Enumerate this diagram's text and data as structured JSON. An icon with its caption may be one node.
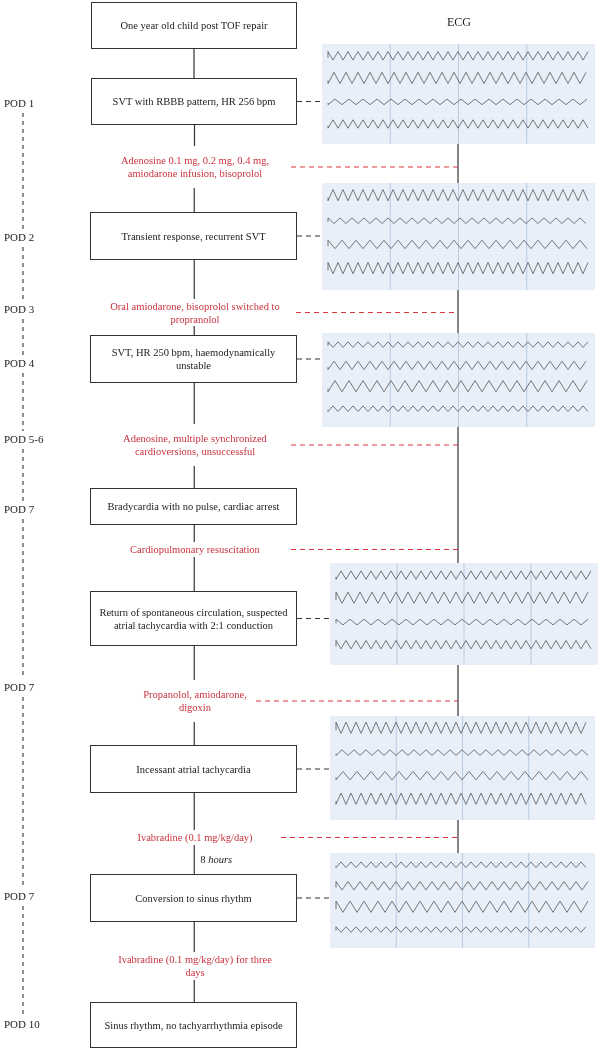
{
  "diagram": {
    "nodes": [
      {
        "text": [
          "One year old child post TOF repair"
        ]
      },
      {
        "text": [
          "SVT with RBBB pattern, HR 256 bpm"
        ]
      },
      {
        "text": [
          "Adenosine 0.1 mg, 0.2 mg, 0.4 mg, amiodarone infusion, bisoprolol"
        ]
      },
      {
        "text": [
          "Transient response, recurrent SVT"
        ]
      },
      {
        "text": [
          "Oral amiodarone, bisoprolol switched to propranolol"
        ]
      },
      {
        "text": [
          "SVT, HR 250 bpm, haemodynamically unstable"
        ]
      },
      {
        "text": [
          "Adenosine, multiple synchronized cardioversions, unsuccessful"
        ]
      },
      {
        "text": [
          "Bradycardia with no pulse, cardiac arrest"
        ]
      },
      {
        "text": [
          "Cardiopulmonary resuscitation"
        ]
      },
      {
        "text": [
          "Return of spontaneous circulation, suspected atrial tachycardia with 2:1 conduction"
        ]
      },
      {
        "text": [
          "Propanolol, amiodarone, digoxin"
        ]
      },
      {
        "text": [
          "Incessant atrial tachycardia"
        ]
      },
      {
        "text": [
          "Ivabradine (0.1 mg/kg/day)"
        ]
      },
      {
        "text": [
          "Conversion to sinus rhythm"
        ]
      },
      {
        "text": [
          "Ivabradine (0.1 mg/kg/day) for three days"
        ]
      },
      {
        "text": [
          "Sinus rhythm, no tachyarrhythmia episode"
        ]
      },
      {
        "text": [],
        "shape": "picture"
      },
      {
        "text": [],
        "shape": "picture"
      },
      {
        "text": [],
        "shape": "picture"
      },
      {
        "text": [],
        "shape": "picture"
      },
      {
        "text": [],
        "shape": "picture"
      },
      {
        "text": [],
        "shape": "picture"
      }
    ],
    "edges": [
      {
        "from": 0,
        "to": 1,
        "arrow": "none"
      },
      {
        "from": 1,
        "to": 2,
        "arrow": "none"
      },
      {
        "from": 2,
        "to": 3,
        "arrow": "none"
      },
      {
        "from": 3,
        "to": 4,
        "arrow": "none"
      },
      {
        "from": 4,
        "to": 5,
        "arrow": "none"
      },
      {
        "from": 5,
        "to": 6,
        "arrow": "none"
      },
      {
        "from": 6,
        "to": 7,
        "arrow": "none"
      },
      {
        "from": 7,
        "to": 8,
        "arrow": "none"
      },
      {
        "from": 8,
        "to": 9,
        "arrow": "none"
      },
      {
        "from": 9,
        "to": 10,
        "arrow": "none"
      },
      {
        "from": 10,
        "to": 11,
        "arrow": "none"
      },
      {
        "from": 11,
        "to": 12,
        "arrow": "none"
      },
      {
        "from": 12,
        "to": 13,
        "arrow": "none",
        "label": "8 *hours*"
      },
      {
        "from": 13,
        "to": 14,
        "arrow": "none"
      },
      {
        "from": 14,
        "to": 15,
        "arrow": "none"
      },
      {
        "from": 1,
        "to": 16,
        "arrow": "none",
        "style": "dashed"
      },
      {
        "from": 3,
        "to": 17,
        "arrow": "none",
        "style": "dashed"
      },
      {
        "from": 5,
        "to": 18,
        "arrow": "none",
        "style": "dashed"
      },
      {
        "from": 9,
        "to": 19,
        "arrow": "none",
        "style": "dashed"
      },
      {
        "from": 11,
        "to": 20,
        "arrow": "none",
        "style": "dashed"
      },
      {
        "from": 13,
        "to": 21,
        "arrow": "none",
        "style": "dashed"
      },
      {
        "from": 16,
        "to": 17,
        "arrow": "none"
      },
      {
        "from": 17,
        "to": 18,
        "arrow": "none"
      },
      {
        "from": 18,
        "to": 19,
        "arrow": "none"
      },
      {
        "from": 19,
        "to": 20,
        "arrow": "none"
      },
      {
        "from": 20,
        "to": 21,
        "arrow": "none"
      },
      {
        "from": 2,
        "to": null,
        "arrow": "none",
        "style": "dashed",
        "color": "#d9343f"
      },
      {
        "from": 4,
        "to": null,
        "arrow": "none",
        "style": "dashed",
        "color": "#d9343f"
      },
      {
        "from": 6,
        "to": null,
        "arrow": "none",
        "style": "dashed",
        "color": "#d9343f"
      },
      {
        "from": 8,
        "to": null,
        "arrow": "none",
        "style": "dashed",
        "color": "#d9343f"
      },
      {
        "from": 10,
        "to": null,
        "arrow": "none",
        "style": "dashed",
        "color": "#d9343f"
      },
      {
        "from": 12,
        "to": null,
        "arrow": "none",
        "style": "dashed",
        "color": "#d9343f"
      }
    ],
    "labels": [
      "ECG",
      "POD 1",
      "POD 2",
      "POD 3",
      "POD 4",
      "POD 5-6",
      "POD 7",
      "POD 7",
      "POD 7",
      "POD 10"
    ]
  }
}
